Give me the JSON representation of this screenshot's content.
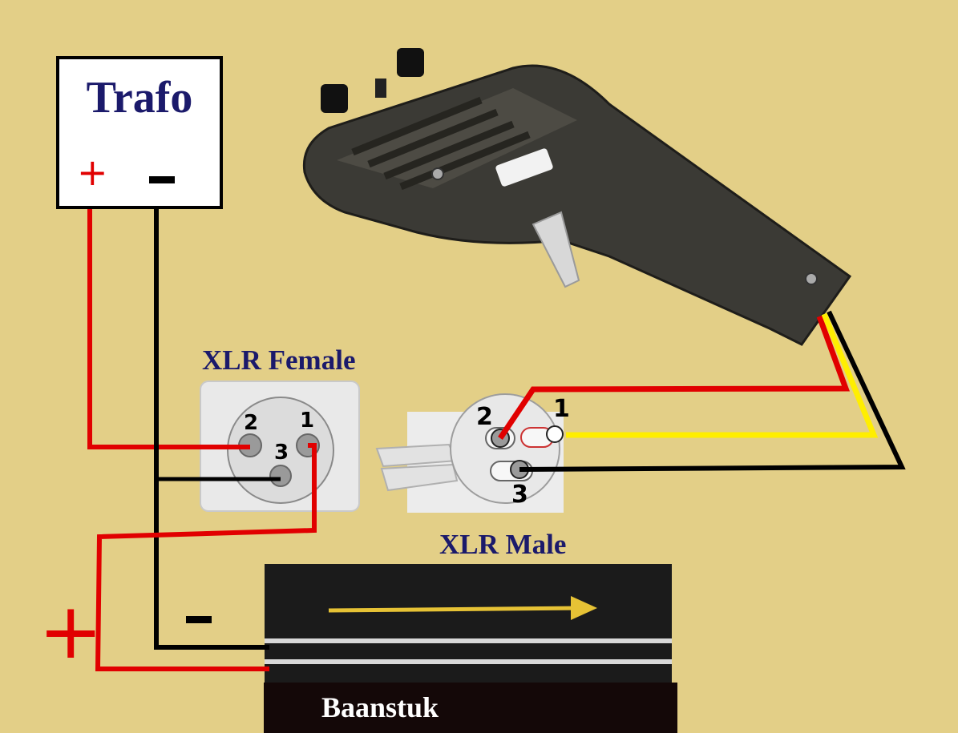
{
  "trafo": {
    "title": "Trafo",
    "plus": "+",
    "minus": "-"
  },
  "xlr_female": {
    "caption": "XLR Female",
    "pins": [
      "2",
      "1",
      "3"
    ]
  },
  "xlr_male": {
    "caption": "XLR Male",
    "pins": [
      "2",
      "1",
      "3"
    ]
  },
  "track": {
    "label": "Baanstuk",
    "plus": "+",
    "minus": "-"
  },
  "colors": {
    "background": "#e3cf87",
    "positive_wire": "#e10000",
    "negative_wire": "#000000",
    "signal_wire": "#ffee00",
    "title_text": "#1b1a6b"
  }
}
